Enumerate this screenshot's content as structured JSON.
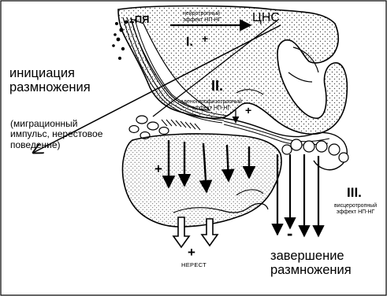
{
  "labels": {
    "top_left": "...ПЯ",
    "cns": "ЦНС",
    "neurotropic_line1": "нейротропный",
    "neurotropic_line2": "эффект НП-НГ",
    "level_1": "I.",
    "level_1_sign": "+",
    "initiation_line1": "инициация",
    "initiation_line2": "размножения",
    "level_2": "II.",
    "adeno_line1": "аденогипофизотропный",
    "adeno_line2": "эффект НП-НГ",
    "level_2_sign": "+",
    "migration_line1": "(миграционный",
    "migration_line2": "импульс, нерестовое",
    "migration_line3": "поведение)",
    "plus_left": "+",
    "level_3": "III.",
    "viscero_line1": "висцеротропный",
    "viscero_line2": "эффект НП-НГ",
    "minus_sign": "-",
    "spawning_plus": "+",
    "spawning": "НЕРЕСТ",
    "completion_line1": "завершение",
    "completion_line2": "размножения"
  },
  "colors": {
    "ink": "#000000",
    "paper": "#ffffff",
    "stipple": "#5a5a5a"
  }
}
